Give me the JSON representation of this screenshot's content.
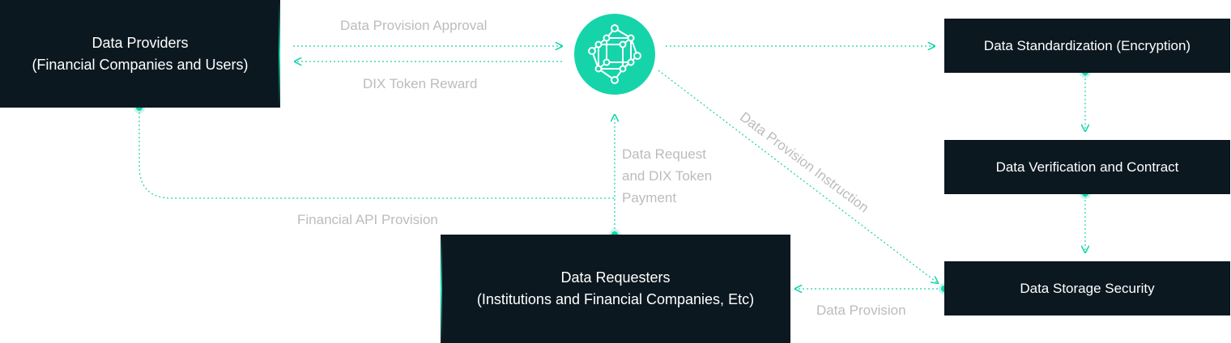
{
  "nodes": {
    "providers": {
      "line1": "Data Providers",
      "line2": "(Financial Companies and Users)"
    },
    "requesters": {
      "line1": "Data Requesters",
      "line2": "(Institutions and Financial Companies, Etc)"
    },
    "standardization": {
      "label": "Data Standardization (Encryption)"
    },
    "verification": {
      "label": "Data Verification and Contract"
    },
    "storage": {
      "label": "Data Storage Security"
    },
    "hub": {
      "icon": "network-cube-icon"
    }
  },
  "edges": {
    "approval": "Data Provision Approval",
    "reward": "DIX Token Reward",
    "request_line1": "Data Request",
    "request_line2": "and DIX Token",
    "request_line3": "Payment",
    "api": "Financial API Provision",
    "instruction": "Data Provision Instruction",
    "provision": "Data Provision"
  },
  "colors": {
    "accent": "#16d4aa",
    "box": "#0c1820",
    "label": "#bcbcbc"
  }
}
